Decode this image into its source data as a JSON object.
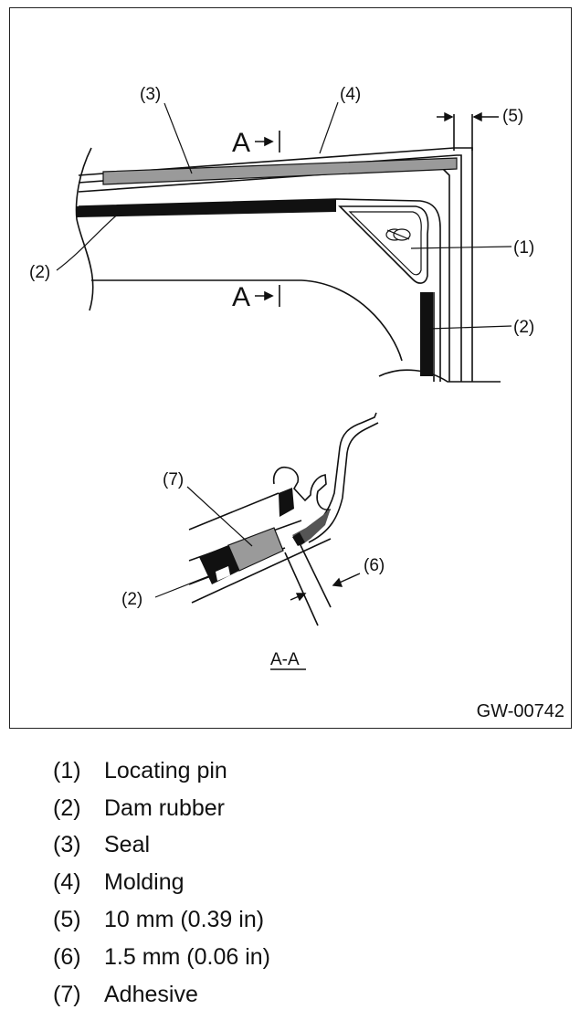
{
  "figure": {
    "id": "GW-00742",
    "section_mark": "A",
    "section_label": "A-A",
    "callouts": {
      "c1": "(1)",
      "c2": "(2)",
      "c3": "(3)",
      "c4": "(4)",
      "c5": "(5)",
      "c6": "(6)",
      "c7": "(7)"
    }
  },
  "legend": [
    {
      "num": "(1)",
      "text": "Locating pin"
    },
    {
      "num": "(2)",
      "text": "Dam rubber"
    },
    {
      "num": "(3)",
      "text": "Seal"
    },
    {
      "num": "(4)",
      "text": "Molding"
    },
    {
      "num": "(5)",
      "text": "10 mm (0.39 in)"
    },
    {
      "num": "(6)",
      "text": "1.5 mm (0.06 in)"
    },
    {
      "num": "(7)",
      "text": "Adhesive"
    }
  ]
}
